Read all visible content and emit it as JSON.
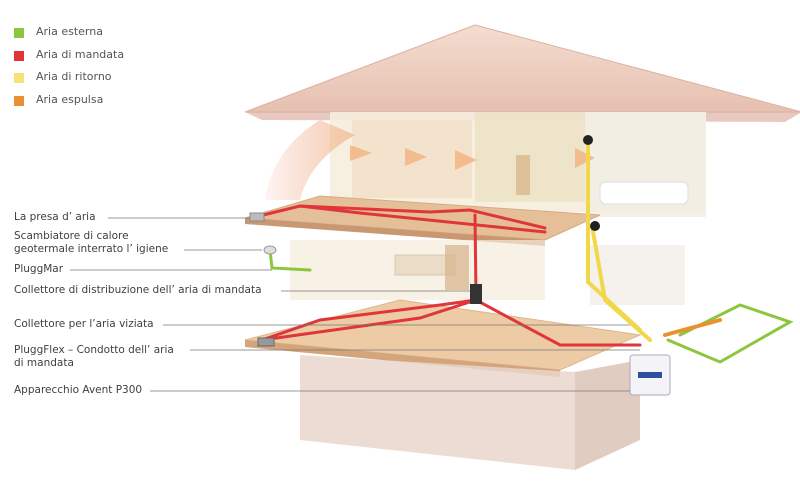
{
  "legend": [
    {
      "label": "Aria esterna",
      "color": "#8cc63f"
    },
    {
      "label": "Aria di mandata",
      "color": "#e0363a"
    },
    {
      "label": "Aria di ritorno",
      "color": "#f7e27a"
    },
    {
      "label": "Aria espulsa",
      "color": "#e8912e"
    }
  ],
  "callouts": [
    {
      "lines": [
        "La presa d’ aria"
      ]
    },
    {
      "lines": [
        "Scambiatore di calore",
        "geotermale interrato l’ igiene"
      ]
    },
    {
      "lines": [
        "PluggMar"
      ]
    },
    {
      "lines": [
        "Collettore di distribuzione dell’ aria di mandata"
      ]
    },
    {
      "lines": [
        "Collettore per l’aria viziata"
      ]
    },
    {
      "lines": [
        "PluggFlex – Condotto dell’ aria",
        "di mandata"
      ]
    },
    {
      "lines": [
        "Apparecchio Avent P300"
      ]
    }
  ]
}
